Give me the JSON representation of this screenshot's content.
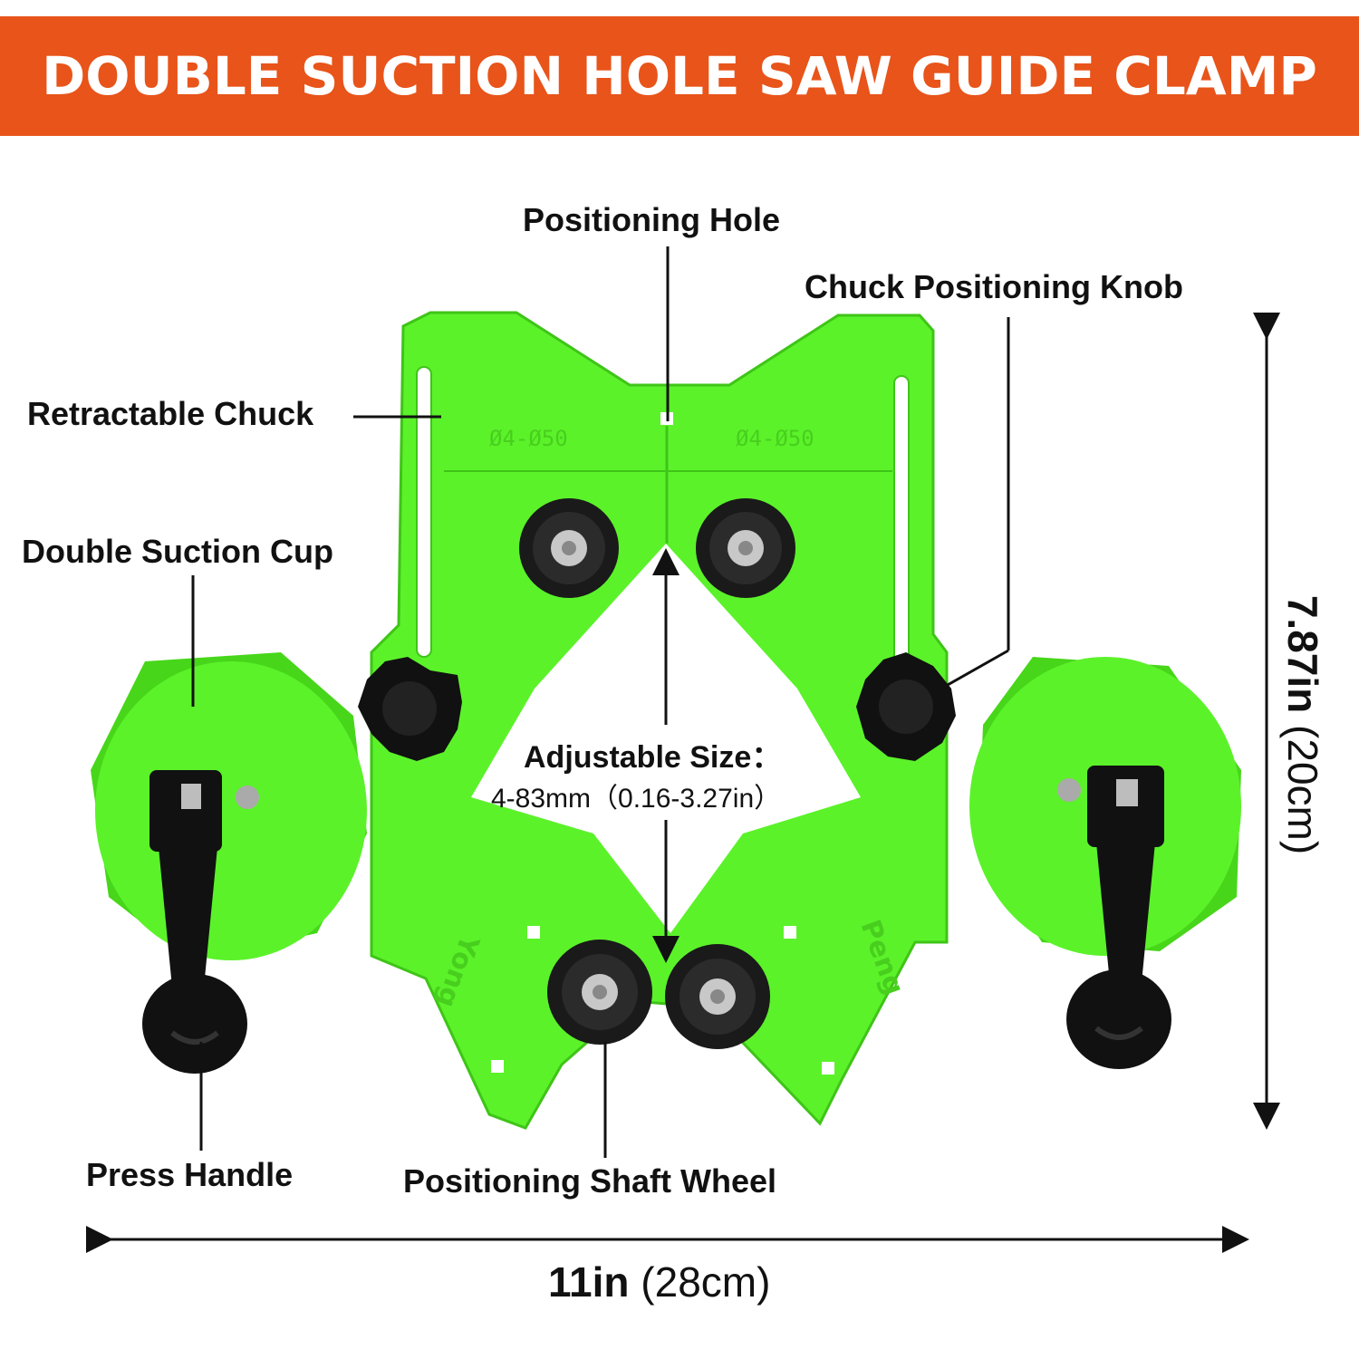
{
  "banner": {
    "title": "DOUBLE SUCTION HOLE SAW GUIDE CLAMP",
    "color": "#e8541a"
  },
  "labels": {
    "positioning_hole": "Positioning Hole",
    "chuck_positioning_knob": "Chuck Positioning Knob",
    "retractable_chuck": "Retractable Chuck",
    "double_suction_cup": "Double Suction Cup",
    "press_handle": "Press Handle",
    "positioning_shaft_wheel": "Positioning Shaft Wheel"
  },
  "spec": {
    "title": "Adjustable Size",
    "separator": "：",
    "range": "4-83mm（0.16-3.27in）"
  },
  "dimensions": {
    "width_bold": "11in",
    "width_rest": " (28cm)",
    "height_bold": "7.87in",
    "height_rest": " (20cm)"
  },
  "product_markings": {
    "scale_left": "Ø4-Ø50",
    "scale_right": "Ø4-Ø50",
    "brand_left": "Yong",
    "brand_right": "Peng"
  },
  "colors": {
    "product_green": "#5bf22a",
    "knob_black": "#111111"
  }
}
